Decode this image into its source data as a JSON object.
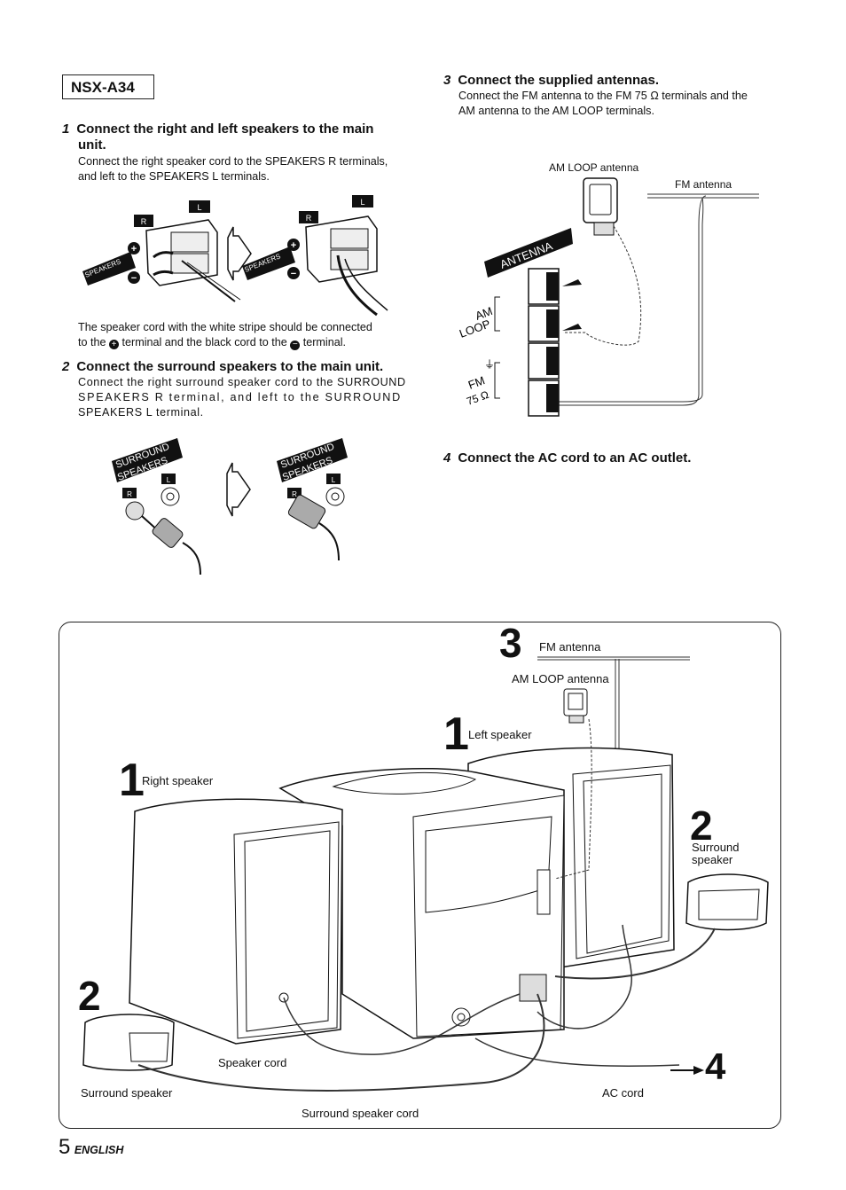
{
  "model": "NSX-A34",
  "step1": {
    "number": "1",
    "title_line1": "Connect the right and left speakers to the main",
    "title_line2": "unit.",
    "text_line1": "Connect the right speaker cord to the SPEAKERS R terminals,",
    "text_line2": "and left to the SPEAKERS L terminals.",
    "note_line1": "The speaker cord with the white stripe should be connected",
    "note_line2_a": "to the",
    "note_line2_b": "terminal and the black cord to the",
    "note_line2_c": "terminal.",
    "diagram_labels": {
      "r": "R",
      "l": "L",
      "speakers": "SPEAKERS",
      "plus": "+",
      "minus": "−"
    }
  },
  "step2": {
    "number": "2",
    "title": "Connect the surround speakers to the main unit.",
    "text_line1": "Connect the right surround speaker cord to the SURROUND",
    "text_line2": "SPEAKERS R terminal, and left to the SURROUND",
    "text_line3": "SPEAKERS L terminal.",
    "diagram_labels": {
      "surround": "SURROUND",
      "speakers": "SPEAKERS",
      "r": "R",
      "l": "L"
    }
  },
  "step3": {
    "number": "3",
    "title": "Connect the supplied antennas.",
    "text_line1": "Connect the FM antenna to the FM 75 Ω terminals and the",
    "text_line2": "AM antenna to the AM LOOP terminals.",
    "am_loop_antenna_label": "AM LOOP antenna",
    "fm_antenna_label": "FM antenna",
    "antenna_banner": "ANTENNA",
    "am_label": "AM",
    "loop_label": "LOOP",
    "fm_label": "FM",
    "fm_ohm_label": "75 Ω"
  },
  "step4": {
    "number": "4",
    "title": "Connect the AC cord to an AC outlet."
  },
  "overview": {
    "callout_3": "3",
    "fm_antenna": "FM antenna",
    "am_loop_antenna": "AM LOOP antenna",
    "callout_1_left": "1",
    "left_speaker": "Left speaker",
    "callout_1_right": "1",
    "right_speaker": "Right speaker",
    "callout_2_right": "2",
    "surround_speaker_right_line1": "Surround",
    "surround_speaker_right_line2": "speaker",
    "callout_2_left": "2",
    "speaker_cord": "Speaker cord",
    "surround_speaker_left": "Surround speaker",
    "surround_speaker_cord": "Surround speaker cord",
    "ac_cord": "AC cord",
    "callout_4": "4"
  },
  "footer": {
    "page_number": "5",
    "language": "ENGLISH"
  }
}
